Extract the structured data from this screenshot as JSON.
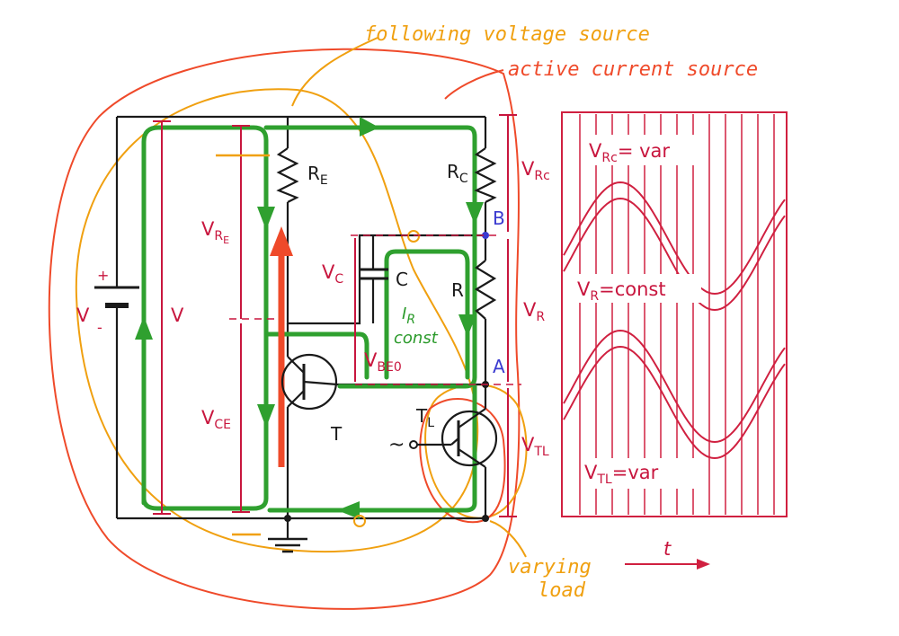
{
  "annotations": {
    "following_source": "following voltage source",
    "active_source": "active current source",
    "varying_load_1": "varying",
    "varying_load_2": "load",
    "time": "t"
  },
  "labels": {
    "v_source": "V",
    "v_total": "V",
    "v_re": "V",
    "v_re_sub": "R",
    "v_re_sub2": "E",
    "v_ce": "V",
    "v_ce_sub": "CE",
    "re": "R",
    "re_sub": "E",
    "rc": "R",
    "rc_sub": "C",
    "r": "R",
    "c": "C",
    "vc": "V",
    "vc_sub": "C",
    "vbe0": "V",
    "vbe0_sub": "BE0",
    "ir": "I",
    "ir_sub": "R",
    "const": "const",
    "t": "T",
    "tl": "T",
    "tl_sub": "L",
    "node_b": "B",
    "node_a": "A",
    "v_rc": "V",
    "v_rc_sub": "Rc",
    "v_r": "V",
    "v_r_sub": "R",
    "v_tl": "V",
    "v_tl_sub": "TL",
    "ac_symbol": "~",
    "plus": "+",
    "minus": "-"
  },
  "graph": {
    "v_rc_label": "V",
    "v_rc_label_sub": "Rc",
    "v_rc_text": "= var",
    "v_r_label": "V",
    "v_r_label_sub": "R",
    "v_r_text": "=const",
    "v_tl_label": "V",
    "v_tl_label_sub": "TL",
    "v_tl_text": "=var"
  },
  "colors": {
    "wire": "#1a1a1a",
    "green_path": "#2fa02f",
    "red": "#c8163e",
    "orange": "#ef4a2a",
    "yellow": "#f0a010",
    "blue": "#3a3ad0"
  }
}
